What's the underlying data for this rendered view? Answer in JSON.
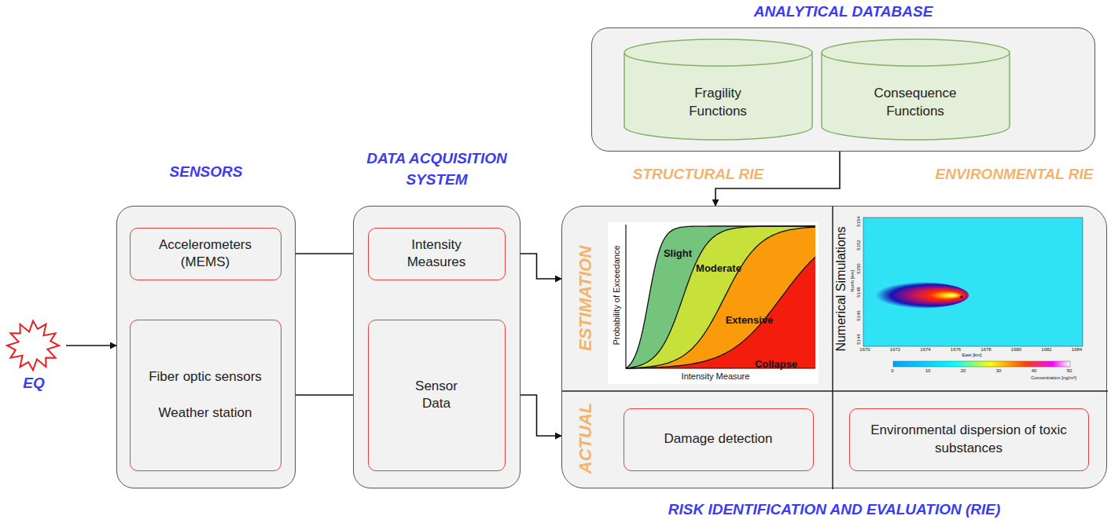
{
  "diagram": {
    "nodes": [
      {
        "text": [
          "EQ"
        ]
      },
      {
        "text": [
          "SENSORS"
        ]
      },
      {
        "text": [
          "Accelerometers (MEMS)"
        ],
        "in": 1
      },
      {
        "text": [
          "Fiber optic sensors",
          "Weather station"
        ],
        "in": 1
      },
      {
        "text": [
          "DATA ACQUISITION SYSTEM"
        ]
      },
      {
        "text": [
          "Intensity Measures"
        ],
        "in": 4
      },
      {
        "text": [
          "Sensor Data"
        ],
        "in": 4
      },
      {
        "text": [
          "ANALYTICAL DATABASE"
        ]
      },
      {
        "text": [
          "Fragility Functions"
        ],
        "in": 7
      },
      {
        "text": [
          "Consequence Functions"
        ],
        "in": 7
      },
      {
        "text": [
          "RISK IDENTIFICATION AND EVALUATION (RIE)"
        ]
      },
      {
        "text": [
          "Damage detection"
        ],
        "in": 10
      },
      {
        "text": [
          "Environmental dispersion of toxic substances"
        ],
        "in": 10
      }
    ],
    "edges": [
      {
        "from": 0,
        "to": 1,
        "arrow": "to"
      },
      {
        "from": 2,
        "to": 5,
        "arrow": "to"
      },
      {
        "from": 3,
        "to": 6,
        "arrow": "to"
      },
      {
        "from": 5,
        "to": 10,
        "arrow": "to"
      },
      {
        "from": 6,
        "to": 10,
        "arrow": "to"
      },
      {
        "from": 7,
        "to": 10,
        "arrow": "to"
      }
    ],
    "labels": [
      "STRUCTURAL RIE",
      "ENVIRONMENTAL RIE",
      "ESTIMATION",
      "ACTUAL",
      "Slight",
      "Moderate",
      "Extensive",
      "Collapse",
      "Probability of Exceedance",
      "Intensity Measure",
      "Numerical Simulations",
      "East [km]",
      "North [km]",
      "Concentration [ng/m³]",
      "1670",
      "1672",
      "1674",
      "1676",
      "1678",
      "1680",
      "1682",
      "1684",
      "5144",
      "5146",
      "5148",
      "5150",
      "5152",
      "5154",
      "0",
      "10",
      "20",
      "30",
      "40",
      "50"
    ]
  }
}
